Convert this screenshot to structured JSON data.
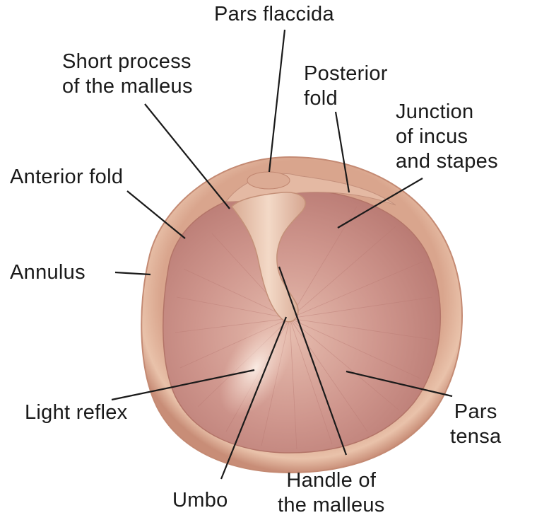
{
  "labels": {
    "pars_flaccida": "Pars flaccida",
    "short_process_line1": "Short process",
    "short_process_line2": "of the malleus",
    "posterior_fold_line1": "Posterior",
    "posterior_fold_line2": "fold",
    "junction_line1": "Junction",
    "junction_line2": "of incus",
    "junction_line3": "and stapes",
    "anterior_fold": "Anterior fold",
    "annulus": "Annulus",
    "light_reflex": "Light reflex",
    "pars_tensa_line1": "Pars",
    "pars_tensa_line2": "tensa",
    "umbo": "Umbo",
    "handle_line1": "Handle of",
    "handle_line2": "the malleus"
  },
  "colors": {
    "rim": "#e2b49c",
    "membrane": "#c98f88",
    "membrane_light": "#e8bdb0",
    "malleus": "#edcdb8",
    "leader_line": "#1a1a1a"
  }
}
